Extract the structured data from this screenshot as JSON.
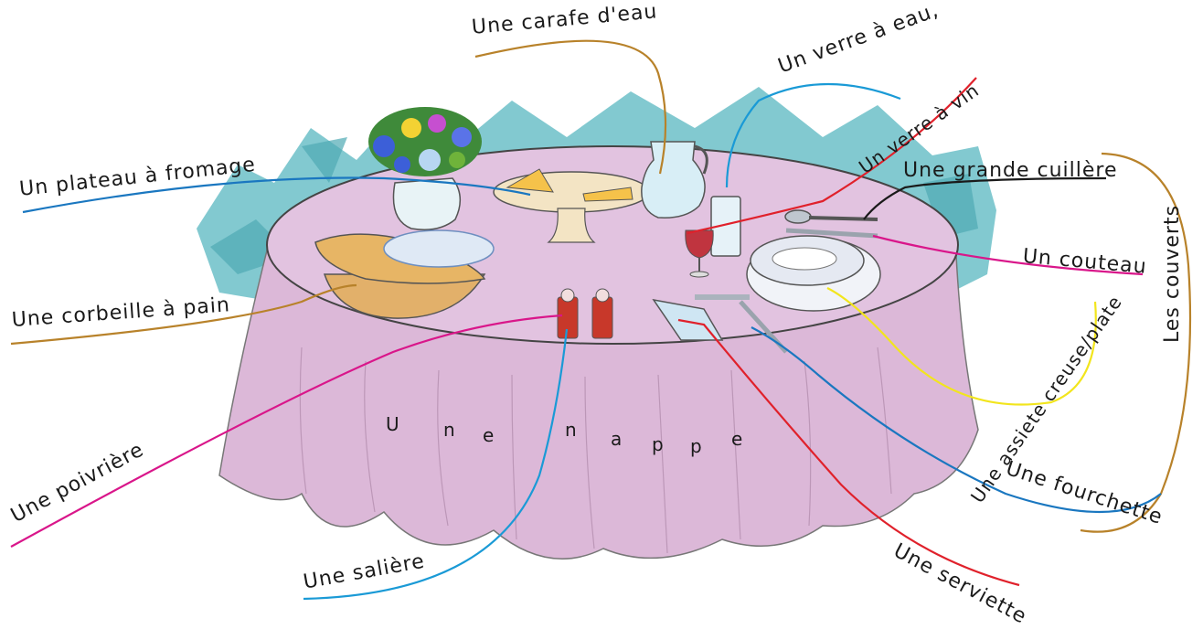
{
  "labels": {
    "carafe": "Une carafe d'eau",
    "verre_eau": "Un verre à eau,",
    "verre_vin": "Un verre à vin",
    "grande_cuillere": "Une grande cuillère",
    "plateau_fromage": "Un plateau à fromage",
    "couteau": "Un couteau",
    "corbeille_pain": "Une corbeille à pain",
    "assiette": "Une assiete creuse/plate",
    "couverts": "Les couverts",
    "poivriere": "Une poivrière",
    "fourchette": "Une fourchette",
    "saliere": "Une salière",
    "serviette": "Une serviette",
    "nappe_letters": [
      "U",
      "n",
      "e",
      "n",
      "a",
      "p",
      "p",
      "e"
    ]
  },
  "colors": {
    "tablecloth": "#dcb8d8",
    "tabletop": "#e2c3e0",
    "teal_backdrop": "#5fb8c2",
    "blue": "#1a9ad6",
    "red": "#e0212b",
    "magenta": "#d9168a",
    "brown": "#b8822a",
    "yellow": "#f2e51d",
    "black": "#1a1a1a"
  }
}
